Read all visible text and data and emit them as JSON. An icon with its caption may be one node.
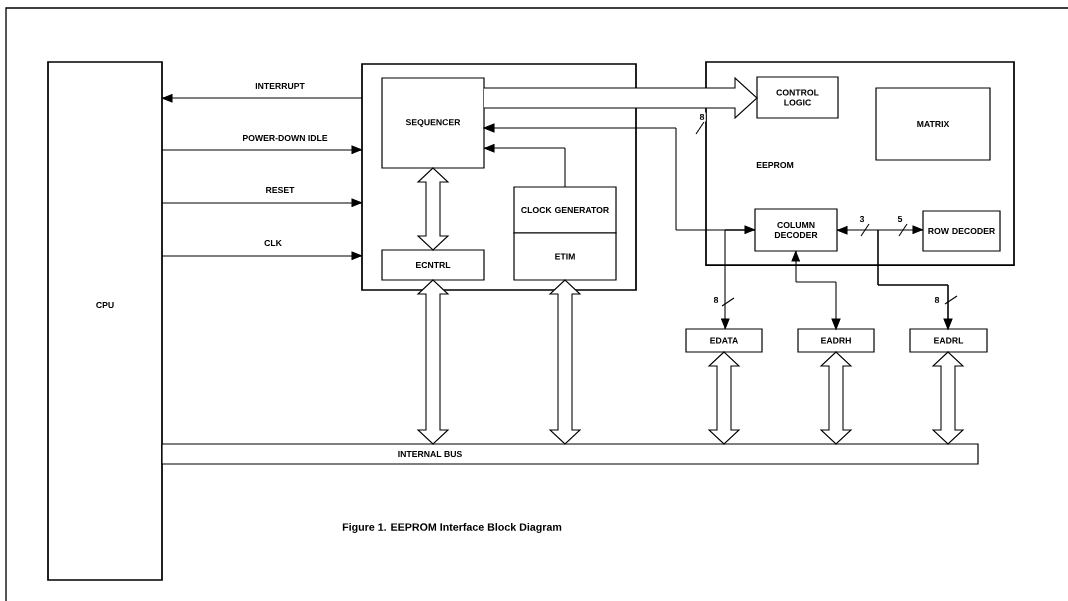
{
  "diagram": {
    "caption": "Figure 1. EEPROM Interface Block Diagram",
    "nodes": [
      {
        "text": [
          "CPU"
        ]
      },
      {
        "text": [],
        "shape": "box"
      },
      {
        "text": [
          "SEQUENCER"
        ],
        "in": 1
      },
      {
        "text": [
          "ECNTRL"
        ],
        "in": 1
      },
      {
        "text": [
          "CLOCK GENERATOR"
        ],
        "in": 1
      },
      {
        "text": [
          "ETIM"
        ],
        "in": 1
      },
      {
        "text": [
          "EEPROM"
        ]
      },
      {
        "text": [
          "CONTROL LOGIC"
        ],
        "in": 6
      },
      {
        "text": [
          "MATRIX"
        ],
        "in": 6
      },
      {
        "text": [
          "COLUMN DECODER"
        ],
        "in": 6
      },
      {
        "text": [
          "ROW DECODER"
        ],
        "in": 6
      },
      {
        "text": [
          "EDATA"
        ]
      },
      {
        "text": [
          "EADRH"
        ]
      },
      {
        "text": [
          "EADRL"
        ]
      },
      {
        "text": [
          "INTERNAL BUS"
        ]
      }
    ],
    "edges": [
      {
        "from": 1,
        "to": 0,
        "arrow": "to",
        "label": "INTERRUPT"
      },
      {
        "from": 0,
        "to": 1,
        "arrow": "to",
        "label": "POWER-DOWN IDLE"
      },
      {
        "from": 0,
        "to": 1,
        "arrow": "to",
        "label": "RESET"
      },
      {
        "from": 0,
        "to": 1,
        "arrow": "to",
        "label": "CLK"
      },
      {
        "from": 2,
        "to": 7,
        "arrow": "to",
        "style": "thick"
      },
      {
        "from": 2,
        "to": 9,
        "arrow": "both",
        "label": "8"
      },
      {
        "from": 4,
        "to": 2,
        "arrow": "to"
      },
      {
        "from": 9,
        "to": 11,
        "arrow": "to",
        "label": "8"
      },
      {
        "from": 2,
        "to": 3,
        "arrow": "both",
        "style": "thick"
      },
      {
        "from": 12,
        "to": 9,
        "arrow": "both"
      },
      {
        "from": 13,
        "to": 9,
        "arrow": "both",
        "label": "3"
      },
      {
        "from": 13,
        "to": 10,
        "arrow": "to",
        "label": "5"
      },
      {
        "from": 3,
        "to": 14,
        "arrow": "both",
        "style": "thick"
      },
      {
        "from": 5,
        "to": 14,
        "arrow": "both",
        "style": "thick"
      },
      {
        "from": 11,
        "to": 14,
        "arrow": "both",
        "style": "thick"
      },
      {
        "from": 12,
        "to": 14,
        "arrow": "both",
        "style": "thick"
      },
      {
        "from": 13,
        "to": 14,
        "arrow": "both",
        "style": "thick"
      }
    ],
    "labels": [
      "8"
    ]
  }
}
